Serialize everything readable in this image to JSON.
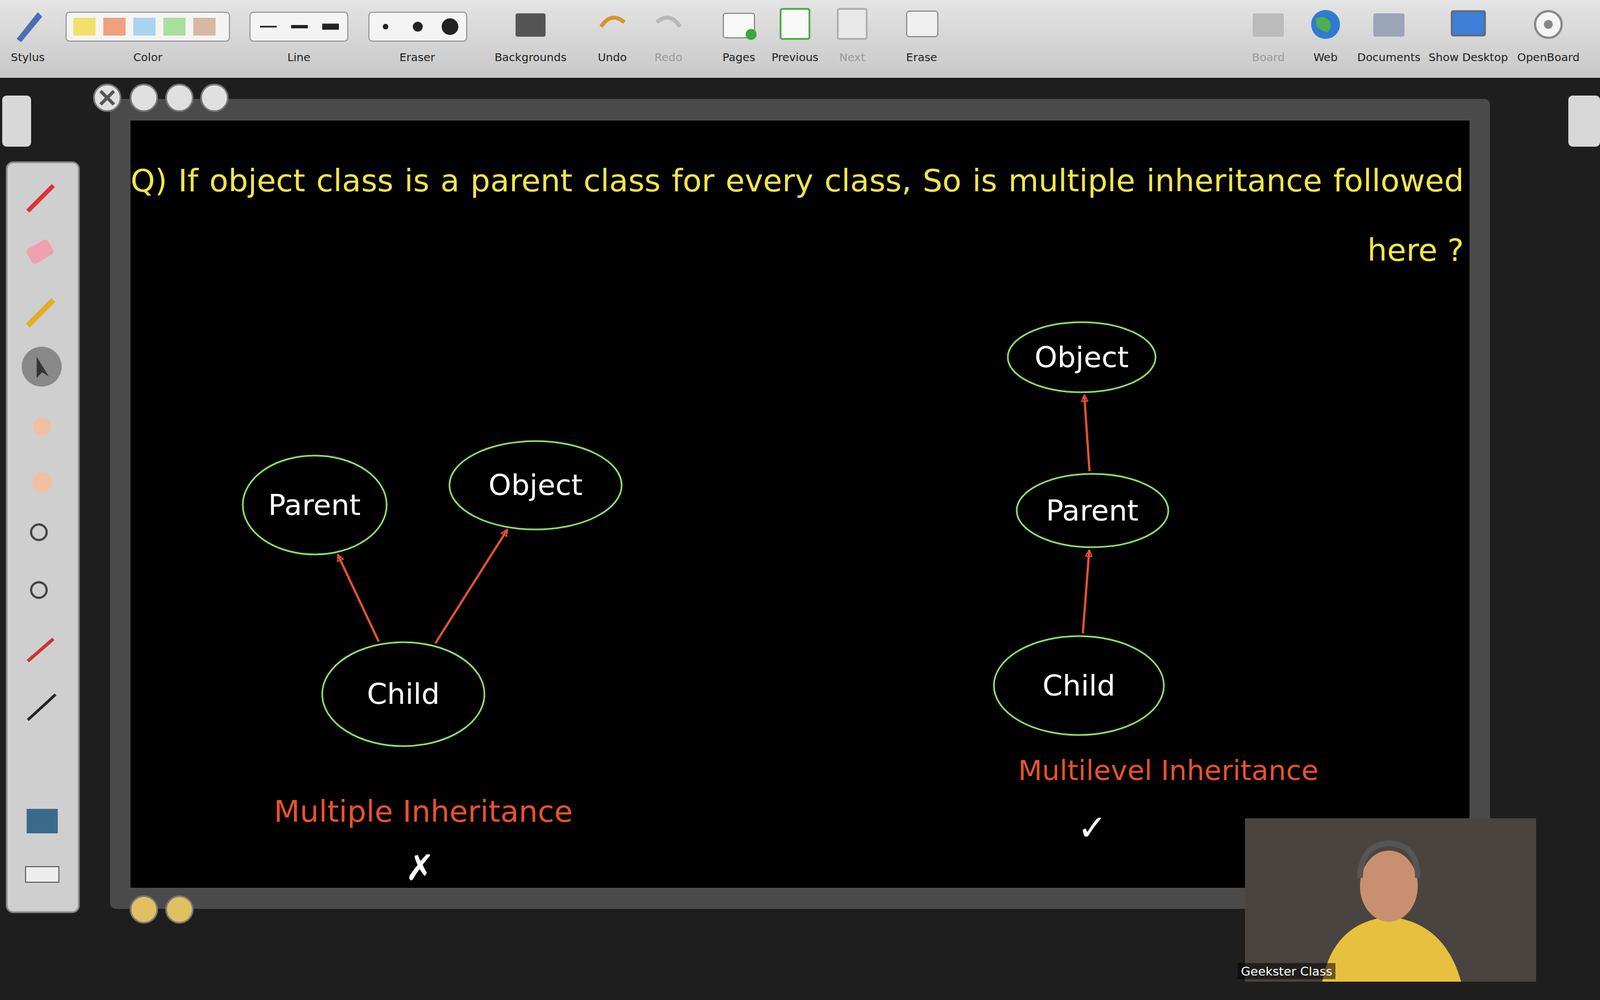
{
  "diagram": {
    "title": "Q) If object class is a parent class for every class, So is multiple inheritance followed here ?",
    "nodes": [
      {
        "text": [
          "Parent"
        ]
      },
      {
        "text": [
          "Object"
        ]
      },
      {
        "text": [
          "Child"
        ]
      },
      {
        "text": [
          "Object"
        ]
      },
      {
        "text": [
          "Parent"
        ]
      },
      {
        "text": [
          "Child"
        ]
      }
    ],
    "edges": [
      {
        "from": 2,
        "to": 0,
        "arrow": "to"
      },
      {
        "from": 2,
        "to": 1,
        "arrow": "to"
      },
      {
        "from": 5,
        "to": 4,
        "arrow": "to"
      },
      {
        "from": 4,
        "to": 3,
        "arrow": "to"
      }
    ],
    "labels": [
      "Stylus",
      "Color",
      "Line",
      "Eraser",
      "Backgrounds",
      "Undo",
      "Redo",
      "Pages",
      "Previous",
      "Next",
      "Erase",
      "Board",
      "Web",
      "Documents",
      "Show Desktop",
      "OpenBoard",
      "Multiple Inheritance",
      "✗",
      "Multilevel Inheritance",
      "✓",
      "Geekster Class"
    ]
  }
}
